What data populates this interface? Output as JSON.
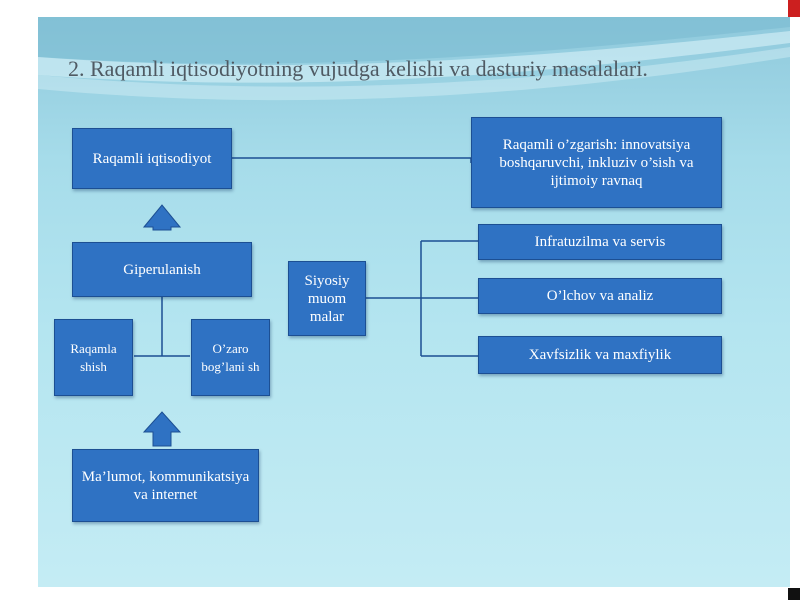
{
  "slide": {
    "title": "2. Raqamli iqtisodiyotning vujudga kelishi va dasturiy masalalari.",
    "boxes": {
      "raqamli_iqtisodiyot": "Raqamli iqtisodiyot",
      "giperulanish": "Giperulanish",
      "raqamlashish": "Raqamla shish",
      "ozaro_boglanish": "O’zaro bog’lani sh",
      "malumot": "Ma’lumot, kommunikatsiya va internet",
      "siyosiy": "Siyosiy muom malar",
      "raqamli_ozgarish": "Raqamli o’zgarish: innovatsiya boshqaruvchi, inkluziv o’sish va ijtimoiy ravnaq",
      "infratuzilma": "Infratuzilma va servis",
      "olchov": "O’lchov va analiz",
      "xavfsizlik": "Xavfsizlik va maxfiylik"
    },
    "colors": {
      "box_fill": "#2f72c3",
      "box_border": "#1c4f93",
      "background": "#a6dcea",
      "title_text": "#4f5a63",
      "arrow": "#2f72c3"
    }
  }
}
